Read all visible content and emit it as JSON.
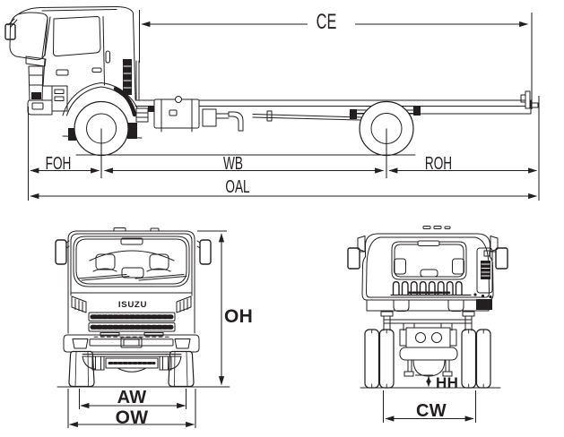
{
  "canvas": {
    "background": "#ffffff",
    "line_color": "#231f20"
  },
  "side_view": {
    "labels": {
      "ce": "CE",
      "foh": "FOH",
      "wb": "WB",
      "roh": "ROH",
      "oal": "OAL"
    }
  },
  "front_view": {
    "logo": "ISUZU",
    "labels": {
      "oh": "OH",
      "aw": "AW",
      "ow": "OW"
    }
  },
  "rear_view": {
    "labels": {
      "hh": "HH",
      "cw": "CW"
    }
  }
}
